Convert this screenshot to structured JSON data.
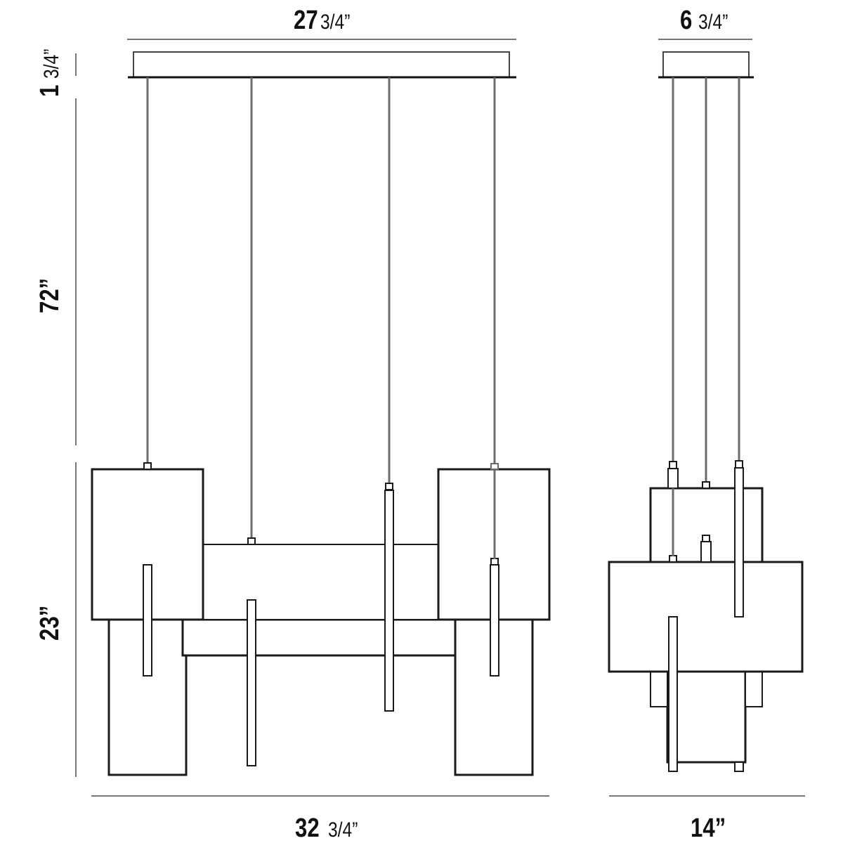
{
  "drawing": {
    "title": "Pendant light fixture dimension drawing",
    "views": [
      {
        "name": "front-view"
      },
      {
        "name": "side-view"
      }
    ],
    "colors": {
      "outline": "#1a1a1a",
      "cable": "#6b6b6b",
      "dimension_line": "#777777",
      "text": "#111111"
    }
  },
  "dimensions": {
    "canopy_length": {
      "whole": "27",
      "fraction": "3/4”"
    },
    "canopy_width": {
      "whole": "6",
      "fraction": "3/4”"
    },
    "canopy_height": {
      "whole": "1",
      "fraction": "3/4”"
    },
    "cable_length": {
      "whole": "72”",
      "fraction": ""
    },
    "fixture_height": {
      "whole": "23”",
      "fraction": ""
    },
    "fixture_length": {
      "whole": "32",
      "fraction": "3/4”"
    },
    "fixture_width": {
      "whole": "14”",
      "fraction": ""
    }
  }
}
